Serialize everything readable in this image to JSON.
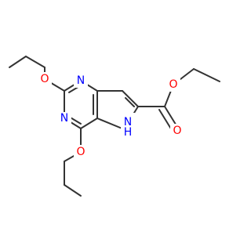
{
  "colors": {
    "bond": "#333333",
    "oxygen": "#ff0000",
    "nitrogen": "#0000ff",
    "background": "#ffffff"
  },
  "atoms": {
    "o_top_left": "O",
    "n_top": "N",
    "n_left": "N",
    "o_bottom_left": "O",
    "nh": "H",
    "nh_n": "N",
    "o_ester": "O",
    "o_carbonyl": "O"
  }
}
